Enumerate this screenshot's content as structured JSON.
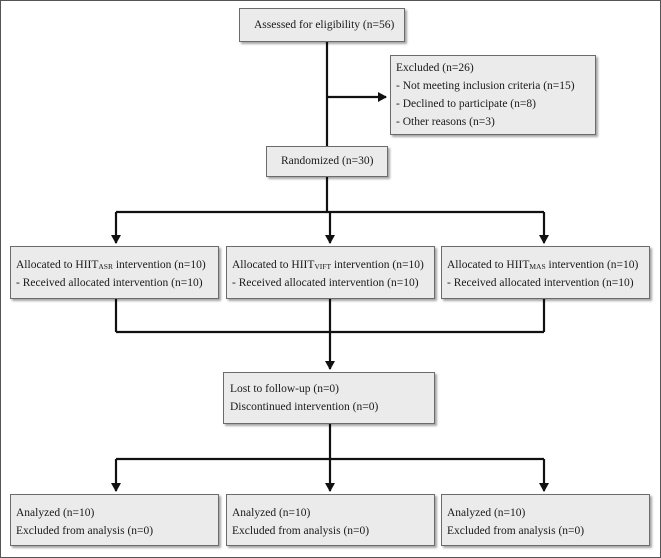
{
  "assessed": "Assessed for eligibility (n=56)",
  "excluded": {
    "title": "Excluded (n=26)",
    "items": [
      "- Not meeting inclusion criteria (n=15)",
      "- Declined to participate (n=8)",
      "- Other reasons (n=3)"
    ]
  },
  "randomized": "Randomized (n=30)",
  "allocation": [
    {
      "prefix": "Allocated to HIIT",
      "sub": "ASR",
      "suffix": " intervention (n=10)",
      "received": "- Received allocated intervention (n=10)"
    },
    {
      "prefix": "Allocated to HIIT",
      "sub": "VIFT",
      "suffix": " intervention (n=10)",
      "received": "- Received allocated intervention (n=10)"
    },
    {
      "prefix": "Allocated to HIIT",
      "sub": "MAS",
      "suffix": " intervention (n=10)",
      "received": "- Received allocated intervention (n=10)"
    }
  ],
  "followup": {
    "lost": "Lost to follow-up (n=0)",
    "discontinued": "Discontinued intervention (n=0)"
  },
  "analysis": [
    {
      "analyzed": "Analyzed (n=10)",
      "excluded": "Excluded from analysis (n=0)"
    },
    {
      "analyzed": "Analyzed (n=10)",
      "excluded": "Excluded from analysis (n=0)"
    },
    {
      "analyzed": "Analyzed (n=10)",
      "excluded": "Excluded from analysis (n=0)"
    }
  ]
}
